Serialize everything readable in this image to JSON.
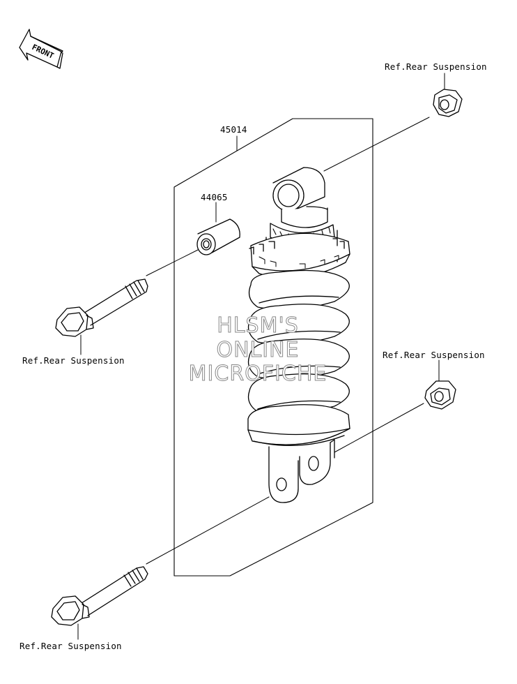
{
  "front_label": "FRONT",
  "assembly": {
    "part_number": "45014"
  },
  "collar": {
    "part_number": "44065"
  },
  "refs": {
    "top_nut": "Ref.Rear Suspension",
    "upper_bolt": "Ref.Rear Suspension",
    "lower_nut": "Ref.Rear Suspension",
    "lower_bolt": "Ref.Rear Suspension"
  },
  "watermark": {
    "line1": "HLSM'S",
    "line2": "ONLINE",
    "line3": "MICROFICHE"
  }
}
